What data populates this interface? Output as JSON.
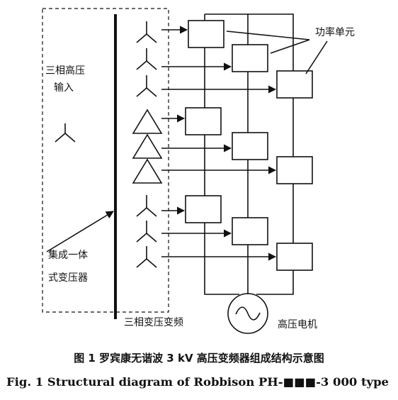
{
  "labels": {
    "input_line1": "三相高压",
    "input_line2": "输入",
    "power_unit": "功率单元",
    "integrated_line1": "集成一体",
    "integrated_line2": "式变压器",
    "secondary": "三相变压变频",
    "motor": "高压电机"
  },
  "caption": {
    "chinese": "图 1   罗宾康无谐波 3 kV 高压变频器组成结构示意图",
    "english": "Fig. 1    Structural diagram of Robbison PH-■■■-3 000 type"
  },
  "icons": [
    "wye-winding-icon",
    "delta-winding-icon",
    "ac-motor-icon",
    "arrow-icon"
  ],
  "colors": {
    "ink": "#111111",
    "background": "#ffffff"
  }
}
